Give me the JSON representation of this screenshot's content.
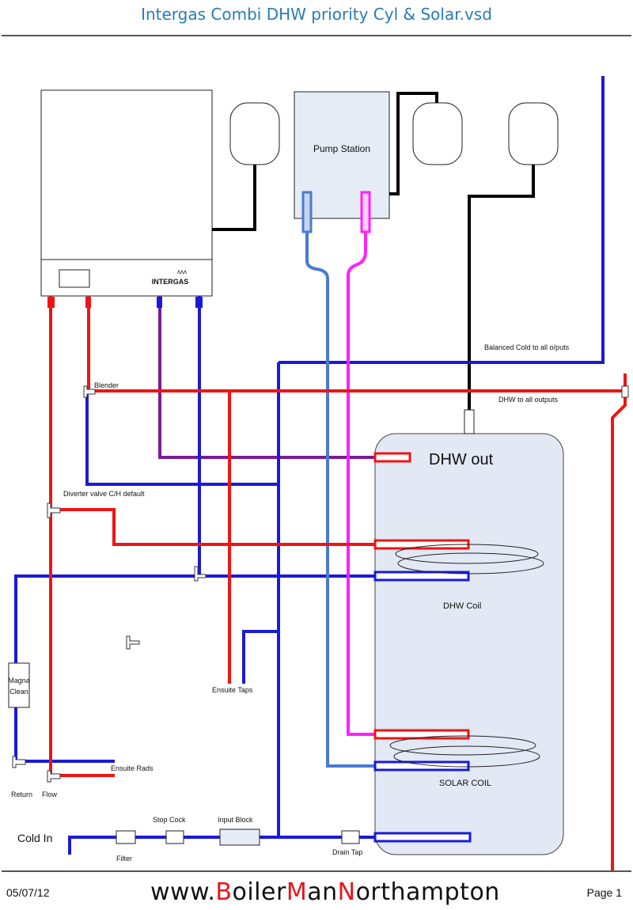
{
  "header": {
    "title": "Intergas Combi DHW priority Cyl & Solar.vsd"
  },
  "boiler": {
    "brand": "INTERGAS"
  },
  "labels": {
    "pump_station": "Pump Station",
    "balanced_cold": "Balanced Cold to all o/puts",
    "dhw_all": "DHW to all outputs",
    "blender": "Blender",
    "diverter": "Diverter valve C/H default",
    "dhw_out": "DHW out",
    "dhw_coil": "DHW Coil",
    "magna": "Magna",
    "clean": "Clean",
    "ensuite_taps": "Ensuite Taps",
    "ensuite_rads": "Ensuite Rads",
    "return": "Return",
    "flow": "Flow",
    "solar_coil": "SOLAR COIL",
    "cold_in": "Cold In",
    "filter": "Filter",
    "stop_cock": "Stop Cock",
    "input_block": "Input Block",
    "drain_tap": "Drain Tap"
  },
  "footer": {
    "date": "05/07/12",
    "url_prefix": "www.",
    "url_b": "B",
    "url_oiler": "oiler",
    "url_m": "M",
    "url_an": "an",
    "url_n": "N",
    "url_orthampton": "orthampton",
    "page": "Page 1"
  },
  "colors": {
    "hot": "#f01414",
    "cold": "#1a1ad8",
    "purple": "#7a1a9a",
    "magenta": "#ff20ff",
    "solar_return": "#4a7ad0",
    "expansion": "#000000",
    "cylinder": "#e2e8f4"
  }
}
